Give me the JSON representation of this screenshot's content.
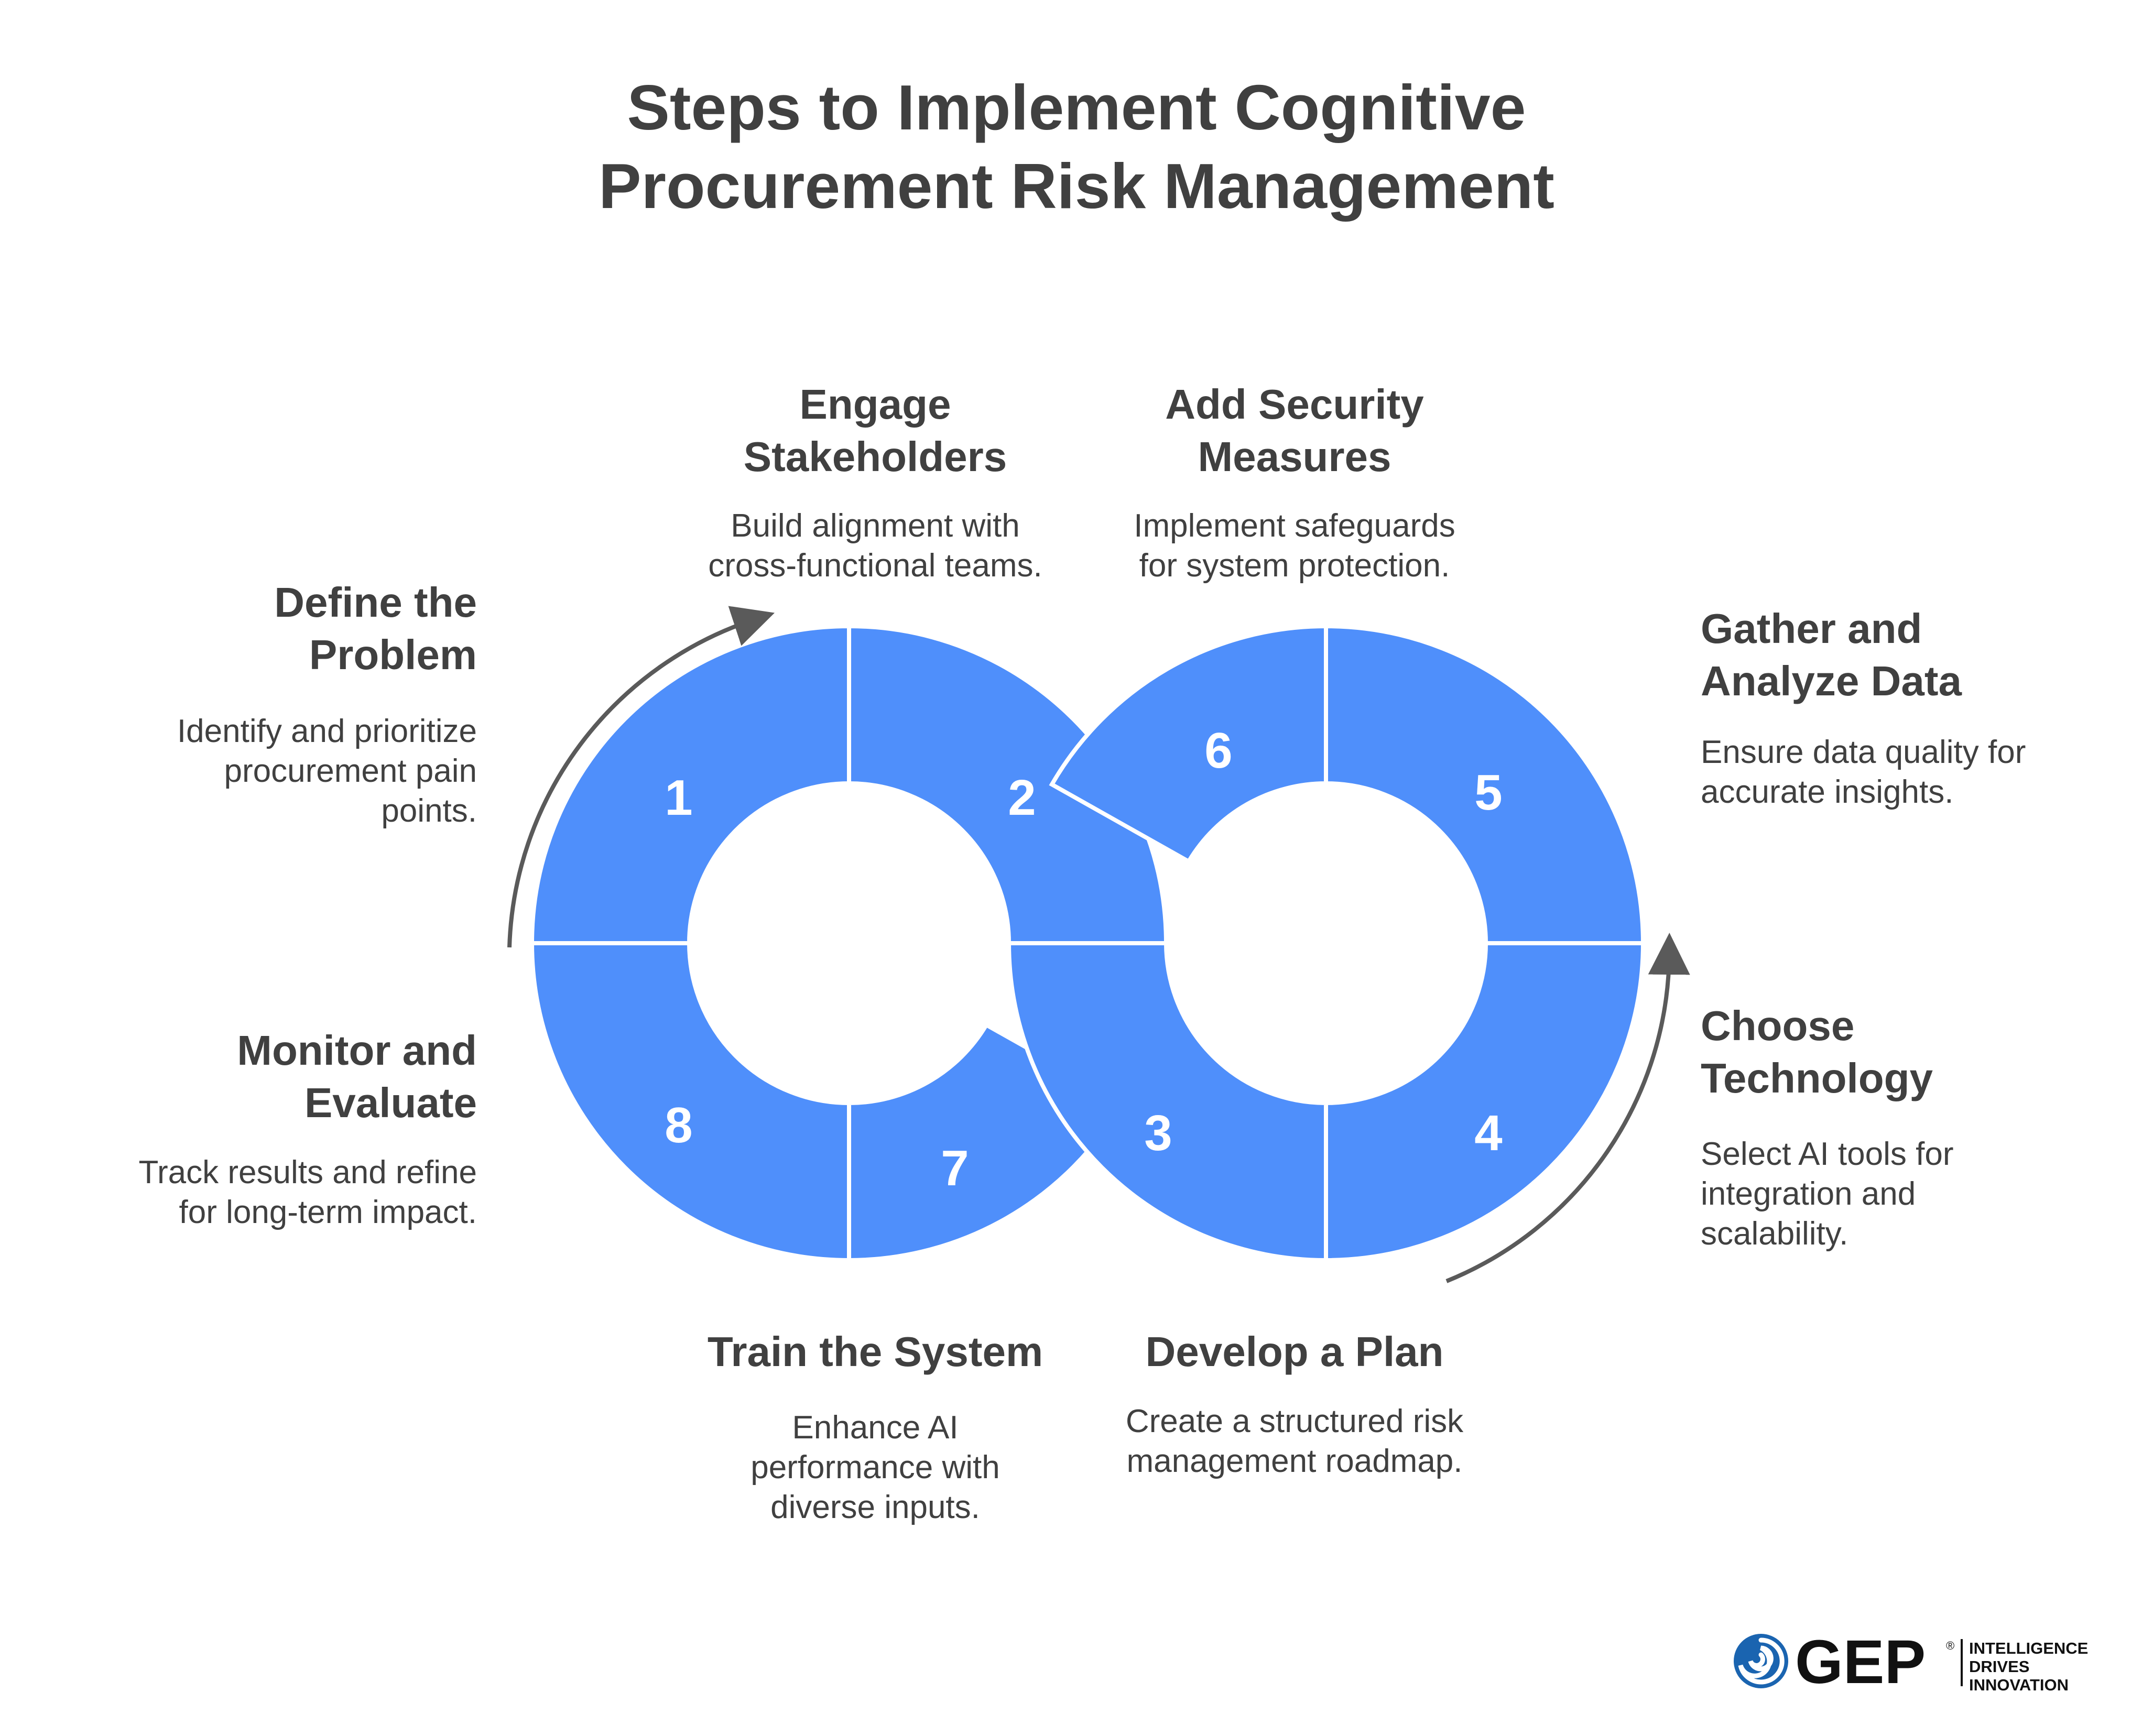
{
  "title": {
    "line1": "Steps to Implement Cognitive",
    "line2": "Procurement Risk Management"
  },
  "steps": [
    {
      "number": "1",
      "title_1": "Define the",
      "title_2": "Problem",
      "desc_1": "Identify and prioritize",
      "desc_2": "procurement pain",
      "desc_3": "points."
    },
    {
      "number": "2",
      "title_1": "Engage",
      "title_2": "Stakeholders",
      "desc_1": "Build alignment with",
      "desc_2": "cross-functional teams."
    },
    {
      "number": "3",
      "title_1": "Develop a Plan",
      "desc_1": "Create a structured risk",
      "desc_2": "management roadmap."
    },
    {
      "number": "4",
      "title_1": "Choose",
      "title_2": "Technology",
      "desc_1": "Select AI tools for",
      "desc_2": "integration and",
      "desc_3": "scalability."
    },
    {
      "number": "5",
      "title_1": "Gather and",
      "title_2": "Analyze Data",
      "desc_1": "Ensure data quality for",
      "desc_2": "accurate insights."
    },
    {
      "number": "6",
      "title_1": "Add Security",
      "title_2": "Measures",
      "desc_1": "Implement safeguards",
      "desc_2": "for system protection."
    },
    {
      "number": "7",
      "title_1": "Train the System",
      "desc_1": "Enhance AI",
      "desc_2": "performance with",
      "desc_3": "diverse inputs."
    },
    {
      "number": "8",
      "title_1": "Monitor and",
      "title_2": "Evaluate",
      "desc_1": "Track results and refine",
      "desc_2": "for long-term impact."
    }
  ],
  "logo": {
    "brand": "GEP",
    "registered": "®",
    "tagline_1": "INTELLIGENCE",
    "tagline_2": "DRIVES",
    "tagline_3": "INNOVATION"
  },
  "colors": {
    "segment": "#4f8ffb",
    "text": "#404040",
    "arrow": "#5a5a5a",
    "logo_blue": "#1a64b0"
  }
}
